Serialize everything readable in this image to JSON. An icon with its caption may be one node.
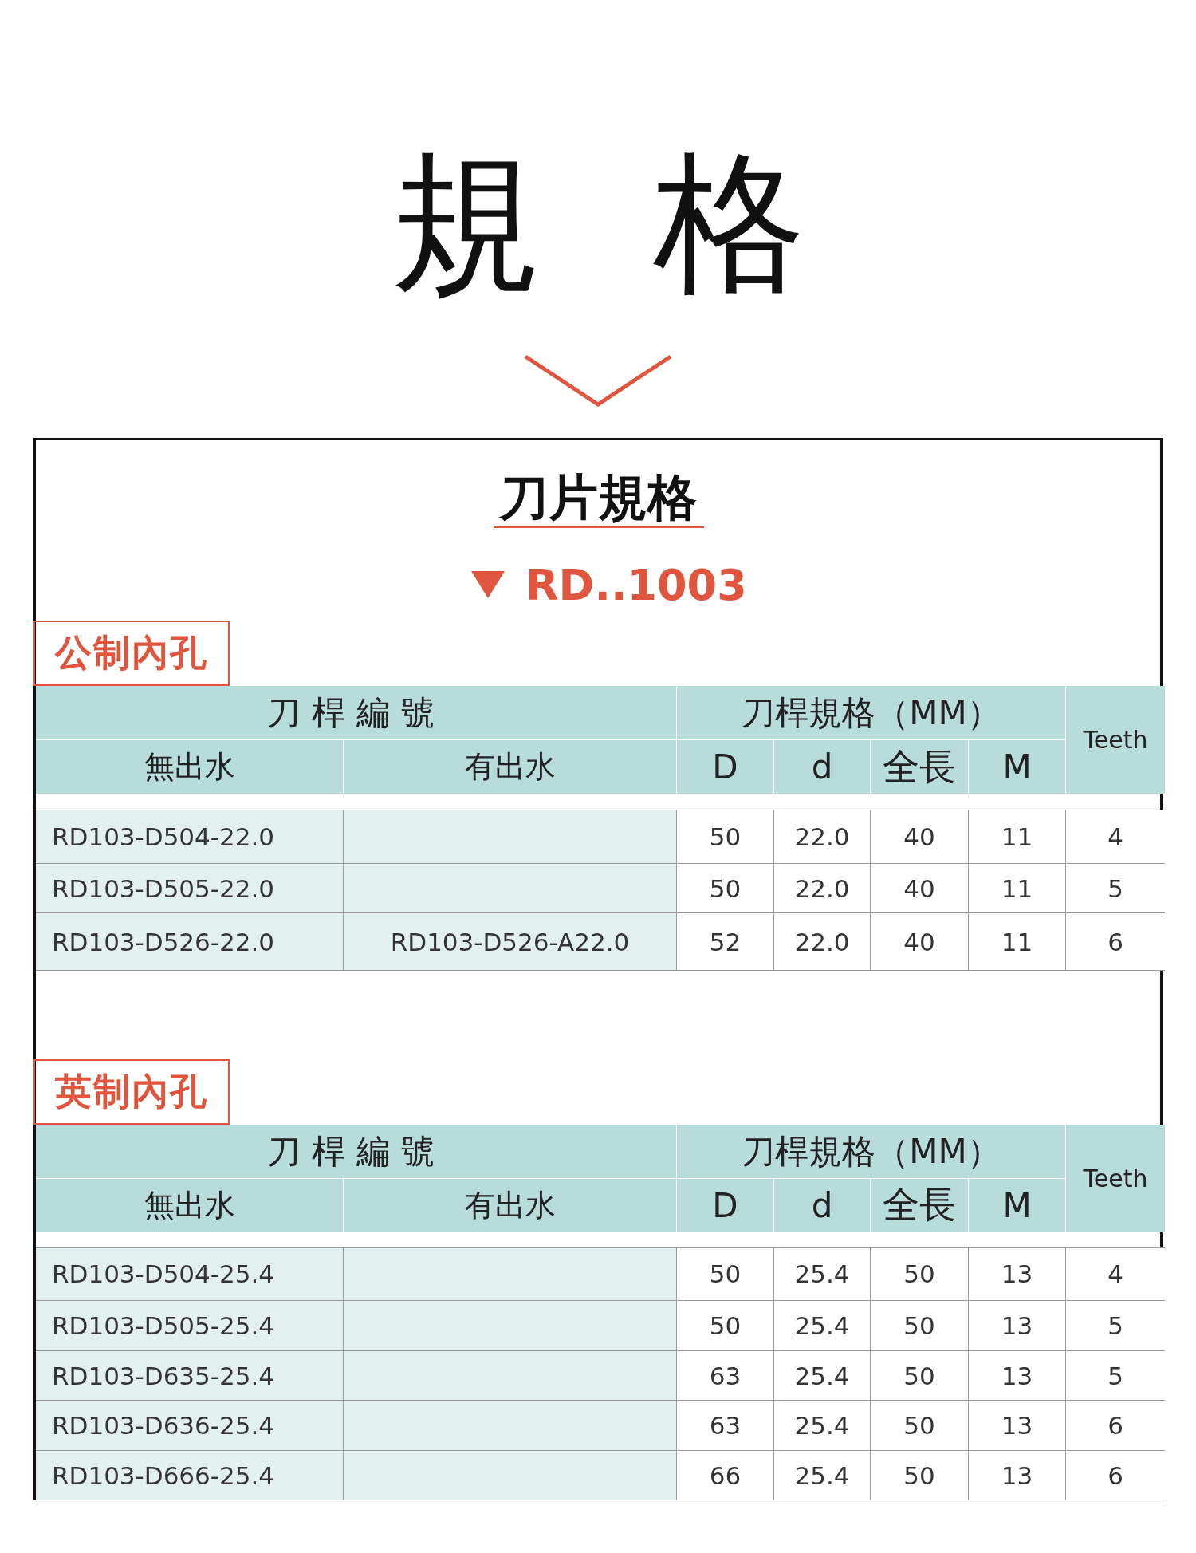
{
  "diagram": {
    "title": "規格",
    "labels": [
      "刀片規格",
      "RD..1003",
      "公制內孔",
      "刀桿編號",
      "刀桿規格（MM）",
      "Teeth",
      "無出水",
      "有出水",
      "D",
      "d",
      "全長",
      "M",
      "RD103-D504-22.0",
      "50",
      "22.0",
      "40",
      "11",
      "4",
      "RD103-D505-22.0",
      "50",
      "22.0",
      "40",
      "11",
      "5",
      "RD103-D526-22.0",
      "RD103-D526-A22.0",
      "52",
      "22.0",
      "40",
      "11",
      "6",
      "英制內孔",
      "刀桿編號",
      "刀桿規格（MM）",
      "Teeth",
      "無出水",
      "有出水",
      "D",
      "d",
      "全長",
      "M",
      "RD103-D504-25.4",
      "50",
      "25.4",
      "50",
      "13",
      "4",
      "RD103-D505-25.4",
      "50",
      "25.4",
      "50",
      "13",
      "5",
      "RD103-D635-25.4",
      "63",
      "25.4",
      "50",
      "13",
      "5",
      "RD103-D636-25.4",
      "63",
      "25.4",
      "50",
      "13",
      "6",
      "RD103-D666-25.4",
      "66",
      "25.4",
      "50",
      "13",
      "6"
    ]
  }
}
